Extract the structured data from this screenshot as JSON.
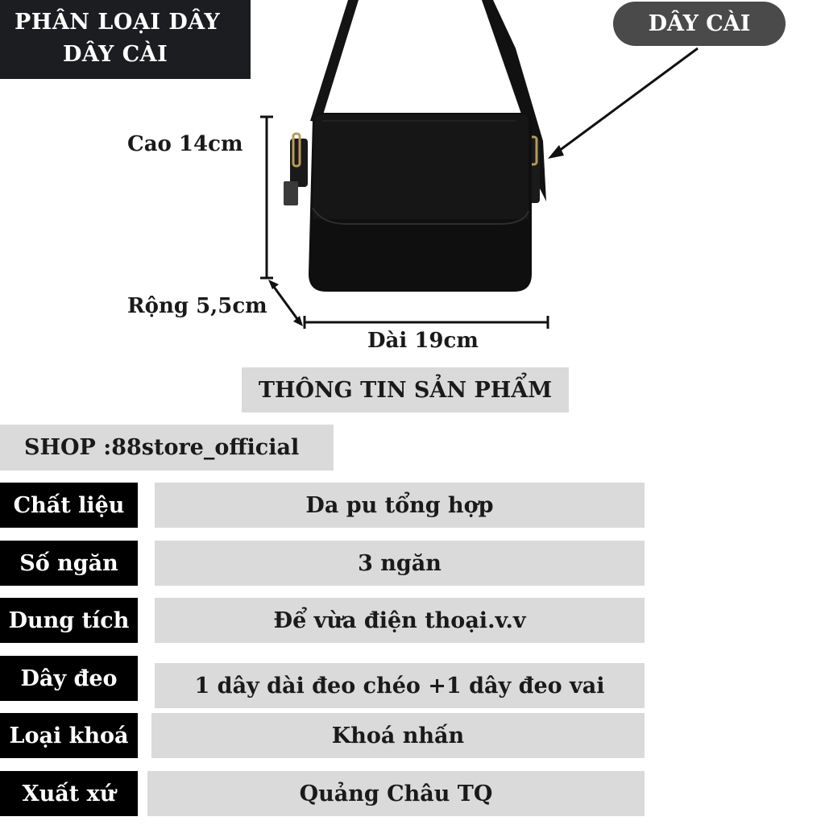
{
  "variant_badge": {
    "line1": "PHÂN LOẠI DÂY",
    "line2": "DÂY  CÀI"
  },
  "strap_callout": {
    "label": "DÂY CÀI"
  },
  "dimensions": {
    "height": "Cao 14cm",
    "depth": "Rộng 5,5cm",
    "length": "Dài 19cm"
  },
  "product_info_title": "THÔNG TIN SẢN PHẨM",
  "shop": "SHOP :88store_official",
  "specs": [
    {
      "label": "Chất liệu",
      "value": "Da pu tổng hợp"
    },
    {
      "label": "Số ngăn",
      "value": "3 ngăn"
    },
    {
      "label": "Dung tích",
      "value": "Để vừa điện thoại.v.v"
    },
    {
      "label": "Dây đeo",
      "value": "1 dây dài đeo chéo +1 dây đeo vai"
    },
    {
      "label": "Loại khoá",
      "value": "Khoá nhấn"
    },
    {
      "label": "Xuất xứ",
      "value": "Quảng Châu TQ"
    }
  ],
  "colors": {
    "dark_badge": "#1b1d20",
    "pill": "#4a4a4a",
    "label_bg": "#000000",
    "value_bg": "#dadada"
  }
}
